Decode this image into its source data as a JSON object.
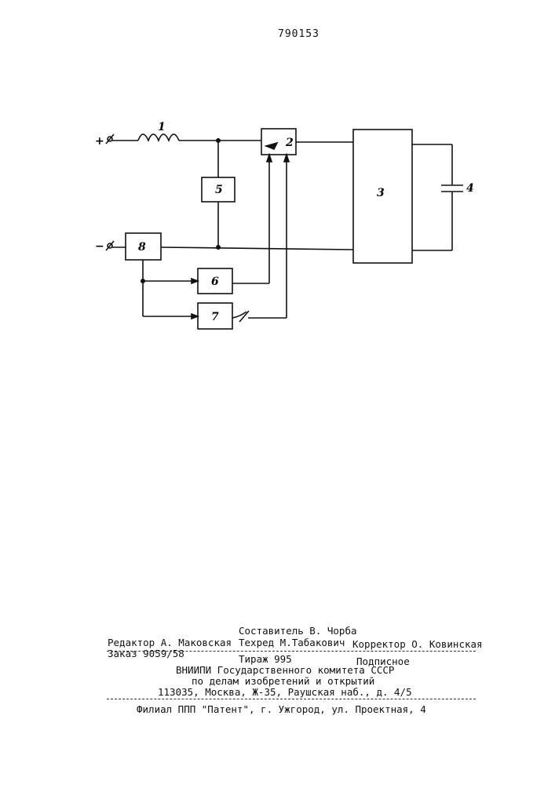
{
  "header": {
    "patent_number": "790153"
  },
  "diagram": {
    "terminals": {
      "plus": "+",
      "minus": "−"
    },
    "labels": {
      "b1": "1",
      "b2": "2",
      "b3": "3",
      "b4": "4",
      "b5": "5",
      "b6": "6",
      "b7": "7",
      "b8": "8"
    }
  },
  "imprint": {
    "editor": "Редактор А. Маковская",
    "compiler": "Составитель В. Чорба",
    "techred": "Техред М.Табакович",
    "corrector": "Корректор О. Ковинская",
    "order": "Заказ 9059/58",
    "circulation": "Тираж 995",
    "subscription": "Подписное",
    "org_line1": "ВНИИПИ Государственного комитета СССР",
    "org_line2": "по делам изобретений и открытий",
    "address": "113035, Москва, Ж-35, Раушская наб., д. 4/5",
    "branch": "Филиал ППП \"Патент\", г. Ужгород, ул. Проектная, 4"
  }
}
